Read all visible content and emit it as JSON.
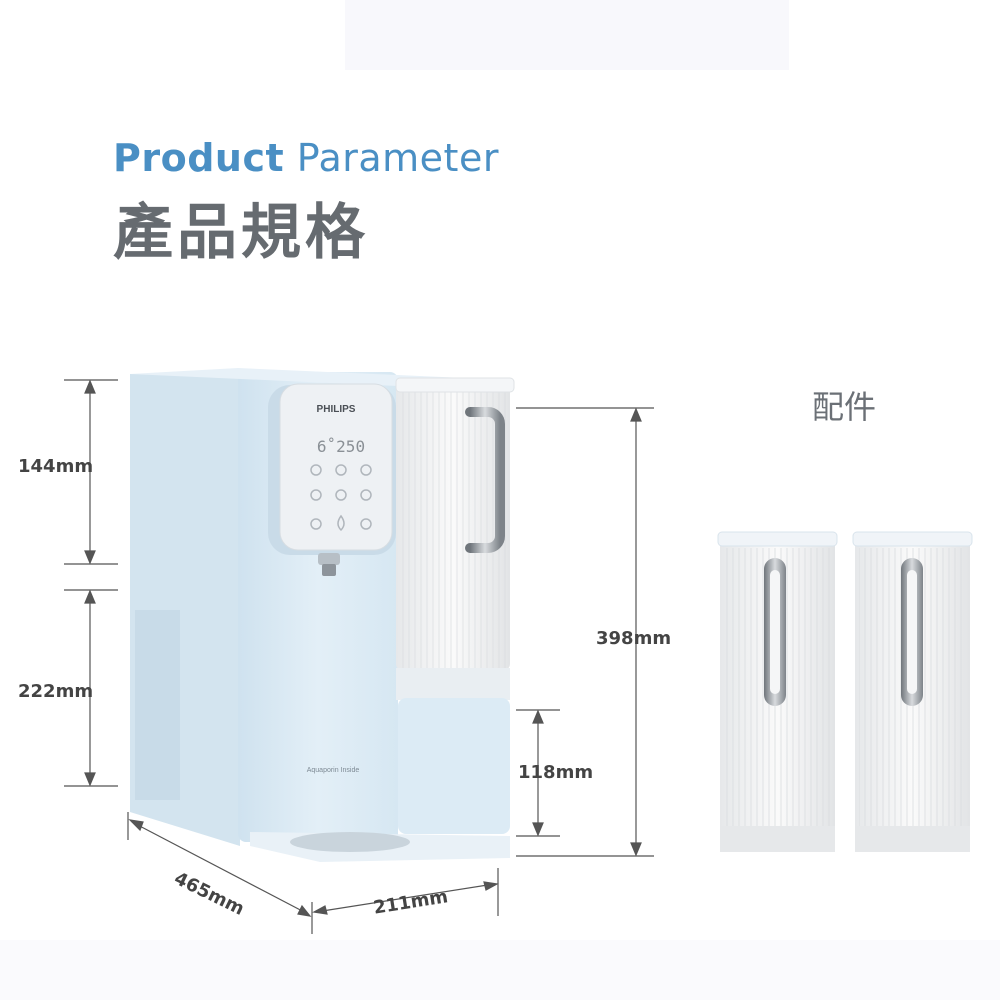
{
  "heading": {
    "title_en_bold": "Product",
    "title_en_light": "Parameter",
    "title_zh": "產品規格"
  },
  "accessories": {
    "label": "配件"
  },
  "dimensions": {
    "upper_height": "144mm",
    "lower_height": "222mm",
    "total_height": "398mm",
    "base_height": "118mm",
    "depth": "465mm",
    "width": "211mm"
  },
  "product": {
    "brand": "PHILIPS",
    "display_reading": "6˚250",
    "body_text": "Aquaporin Inside",
    "body_color": "#dcebf5",
    "tank_color": "#f2f3f5",
    "handle_color": "#9aa0a6"
  }
}
